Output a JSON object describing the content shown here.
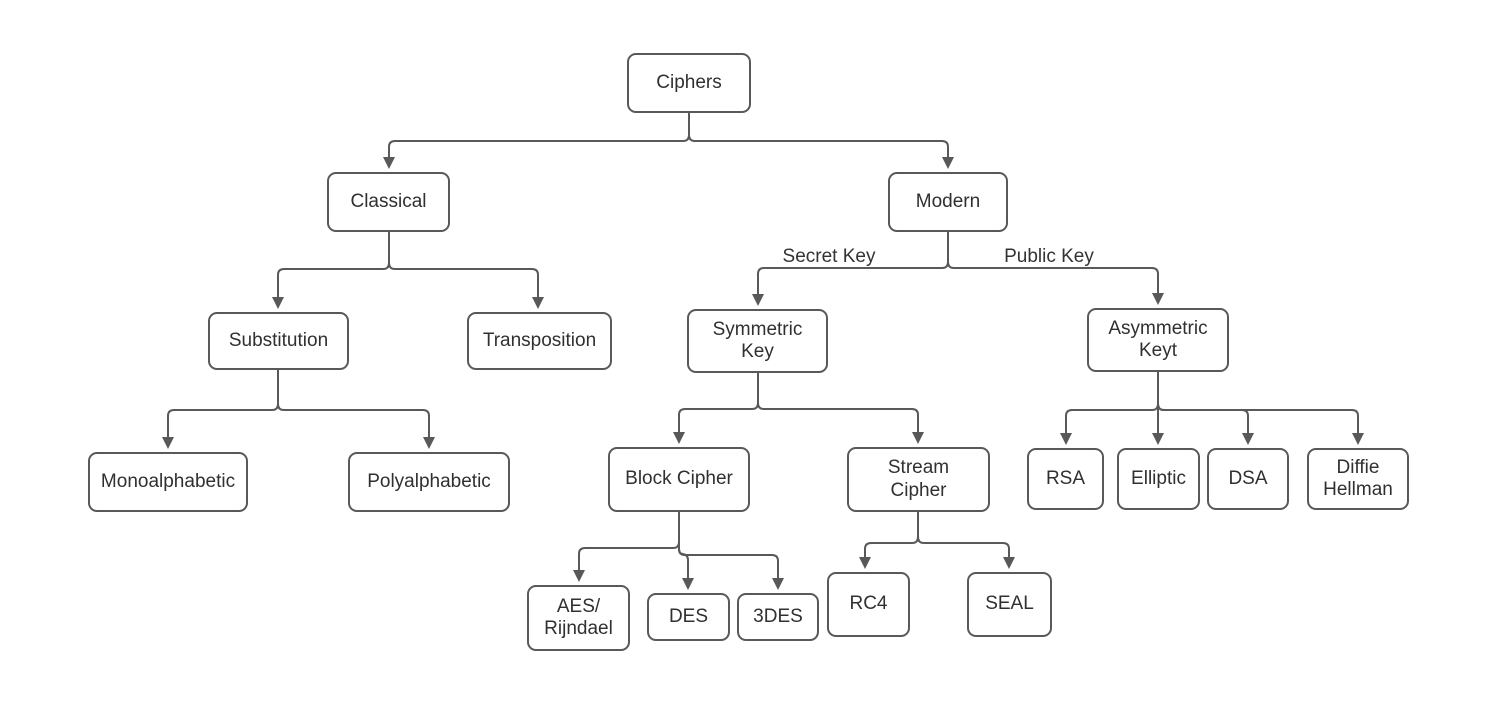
{
  "diagram": {
    "type": "tree-flowchart",
    "colors": {
      "stroke": "#595959",
      "text": "#303030",
      "node_fill": "#ffffff",
      "background": "#ffffff"
    }
  },
  "nodes": {
    "ciphers": {
      "label": "Ciphers"
    },
    "classical": {
      "label": "Classical"
    },
    "modern": {
      "label": "Modern"
    },
    "substitution": {
      "label": "Substitution"
    },
    "transposition": {
      "label": "Transposition"
    },
    "symmetric_key": {
      "label": "Symmetric\nKey"
    },
    "asymmetric_key": {
      "label": "Asymmetric\nKeyt"
    },
    "monoalphabetic": {
      "label": "Monoalphabetic"
    },
    "polyalphabetic": {
      "label": "Polyalphabetic"
    },
    "block_cipher": {
      "label": "Block Cipher"
    },
    "stream_cipher": {
      "label": "Stream\nCipher"
    },
    "rsa": {
      "label": "RSA"
    },
    "elliptic": {
      "label": "Elliptic"
    },
    "dsa": {
      "label": "DSA"
    },
    "diffie_hellman": {
      "label": "Diffie\nHellman"
    },
    "aes_rijndael": {
      "label": "AES/\nRijndael"
    },
    "des": {
      "label": "DES"
    },
    "triple_des": {
      "label": "3DES"
    },
    "rc4": {
      "label": "RC4"
    },
    "seal": {
      "label": "SEAL"
    }
  },
  "edge_labels": {
    "secret_key": "Secret Key",
    "public_key": "Public Key"
  },
  "edges": [
    {
      "from": "ciphers",
      "to": "classical"
    },
    {
      "from": "ciphers",
      "to": "modern"
    },
    {
      "from": "classical",
      "to": "substitution"
    },
    {
      "from": "classical",
      "to": "transposition"
    },
    {
      "from": "modern",
      "to": "symmetric_key",
      "label": "Secret Key"
    },
    {
      "from": "modern",
      "to": "asymmetric_key",
      "label": "Public Key"
    },
    {
      "from": "substitution",
      "to": "monoalphabetic"
    },
    {
      "from": "substitution",
      "to": "polyalphabetic"
    },
    {
      "from": "symmetric_key",
      "to": "block_cipher"
    },
    {
      "from": "symmetric_key",
      "to": "stream_cipher"
    },
    {
      "from": "asymmetric_key",
      "to": "rsa"
    },
    {
      "from": "asymmetric_key",
      "to": "elliptic"
    },
    {
      "from": "asymmetric_key",
      "to": "dsa"
    },
    {
      "from": "asymmetric_key",
      "to": "diffie_hellman"
    },
    {
      "from": "block_cipher",
      "to": "aes_rijndael"
    },
    {
      "from": "block_cipher",
      "to": "des"
    },
    {
      "from": "block_cipher",
      "to": "triple_des"
    },
    {
      "from": "stream_cipher",
      "to": "rc4"
    },
    {
      "from": "stream_cipher",
      "to": "seal"
    }
  ]
}
